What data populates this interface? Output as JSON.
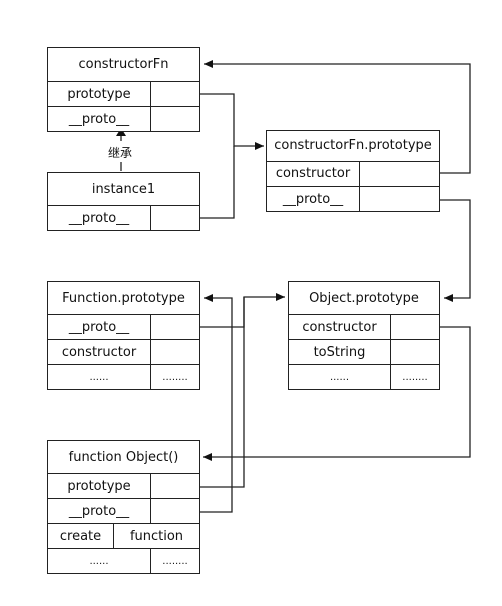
{
  "boxes": {
    "constructorFn": {
      "title": "constructorFn",
      "rows": [
        [
          "prototype",
          ""
        ],
        [
          "__proto__",
          ""
        ]
      ]
    },
    "instance1": {
      "title": "instance1",
      "rows": [
        [
          "__proto__",
          ""
        ]
      ]
    },
    "constructorFn_prototype": {
      "title": "constructorFn.prototype",
      "rows": [
        [
          "constructor",
          ""
        ],
        [
          "__proto__",
          ""
        ]
      ]
    },
    "Function_prototype": {
      "title": "Function.prototype",
      "rows": [
        [
          "__proto__",
          ""
        ],
        [
          "constructor",
          ""
        ],
        [
          "......",
          "........"
        ]
      ]
    },
    "Object_prototype": {
      "title": "Object.prototype",
      "rows": [
        [
          "constructor",
          ""
        ],
        [
          "toString",
          ""
        ],
        [
          "......",
          "........"
        ]
      ]
    },
    "function_Object": {
      "title": "function  Object()",
      "rows": [
        [
          "prototype",
          ""
        ],
        [
          "__proto__",
          ""
        ],
        [
          "create",
          "function"
        ],
        [
          "......",
          "........"
        ]
      ]
    }
  },
  "inherit_label": "继承"
}
